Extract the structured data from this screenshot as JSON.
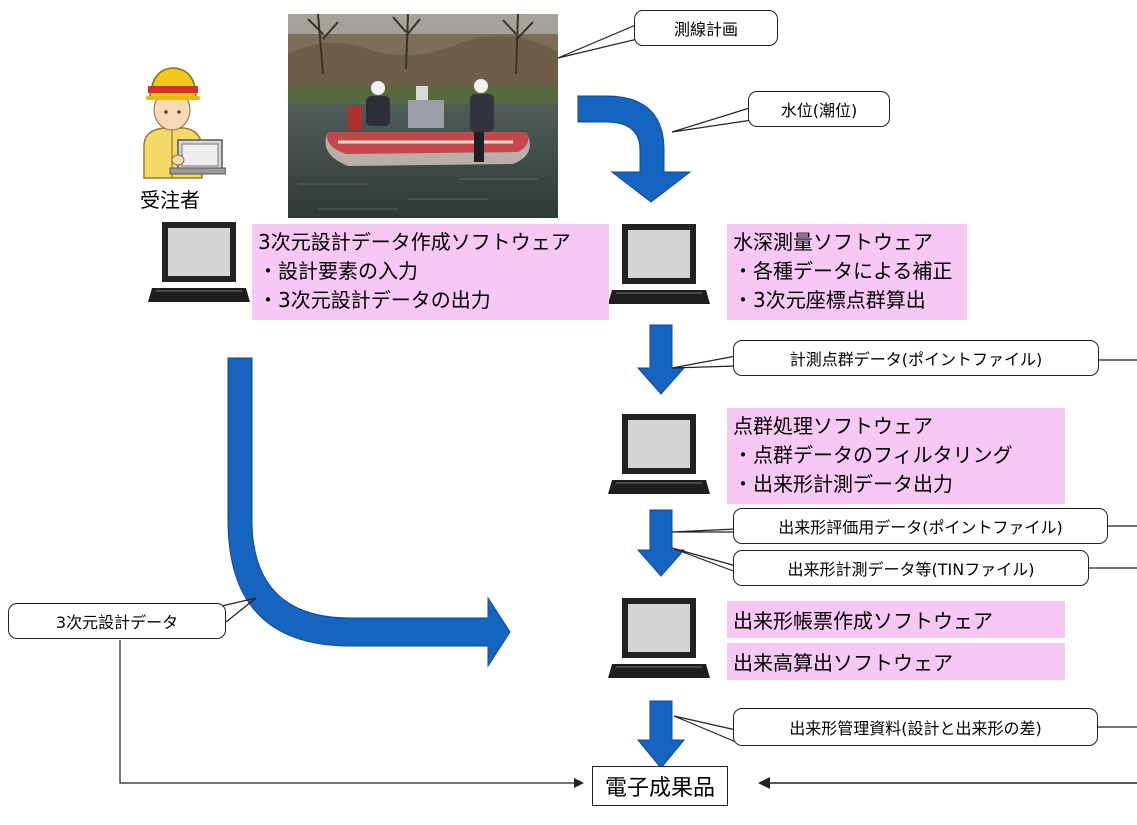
{
  "colors": {
    "arrow": "#1565c0",
    "arrow_dark": "#0d47a1",
    "highlight": "#f8c8f4",
    "line": "#222222"
  },
  "labels": {
    "contractor": "受注者",
    "deliverable": "電子成果品"
  },
  "callouts": {
    "survey_plan": "測線計画",
    "water_level": "水位(潮位)",
    "measured_points": "計測点群データ(ポイントファイル)",
    "eval_data": "出来形評価用データ(ポイントファイル)",
    "measure_tin": "出来形計測データ等(TINファイル)",
    "design_3d": "3次元設計データ",
    "management_docs": "出来形管理資料(設計と出来形の差)"
  },
  "software": {
    "design": {
      "title": "3次元設計データ作成ソフトウェア",
      "items": [
        "・設計要素の入力",
        "・3次元設計データの出力"
      ]
    },
    "sounding": {
      "title": "水深測量ソフトウェア",
      "items": [
        "・各種データによる補正",
        "・3次元座標点群算出"
      ]
    },
    "pointcloud": {
      "title": "点群処理ソフトウェア",
      "items": [
        "・点群データのフィルタリング",
        "・出来形計測データ出力"
      ]
    },
    "report": {
      "title": "出来形帳票作成ソフトウェア"
    },
    "volume": {
      "title": "出来高算出ソフトウェア"
    }
  },
  "icons": {
    "worker": "construction-worker-icon",
    "laptop": "laptop-icon",
    "photo": "survey-boat-photo",
    "arrow": "flow-arrow-icon"
  }
}
